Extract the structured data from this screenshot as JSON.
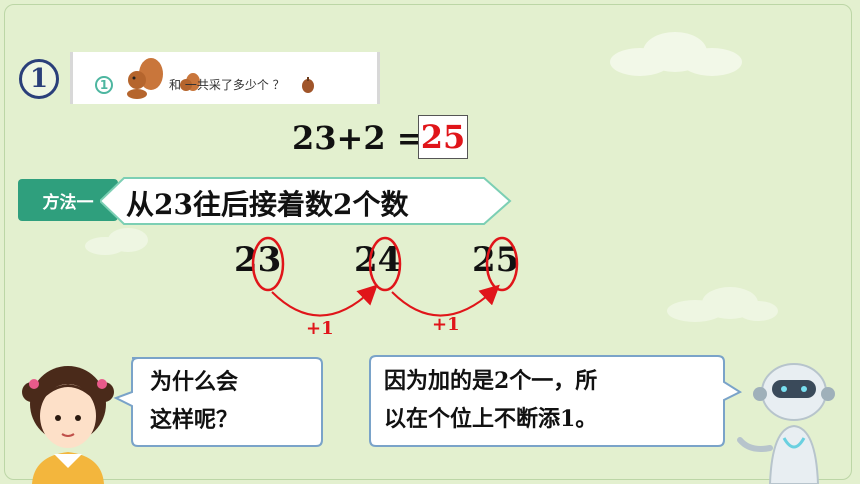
{
  "problem": {
    "number": "1",
    "question_number": "1",
    "question_text": "和 一共采了多少个 ？"
  },
  "equation": {
    "expression": "23+2 =",
    "answer": "25"
  },
  "method": {
    "tag": "方法一",
    "description": "从23往后接着数2个数"
  },
  "counting": {
    "numbers": [
      "23",
      "24",
      "25"
    ],
    "steps": [
      "+1",
      "+1"
    ]
  },
  "dialogue": {
    "girl": [
      "为什么会",
      "这样呢？"
    ],
    "robot": [
      "因为加的是2个一，所",
      "以在个位上不断添1。"
    ]
  },
  "colors": {
    "background": "#e3f0cf",
    "method_tag": "#2f9f7d",
    "answer": "#e0151a",
    "highlight": "#e0151a"
  }
}
